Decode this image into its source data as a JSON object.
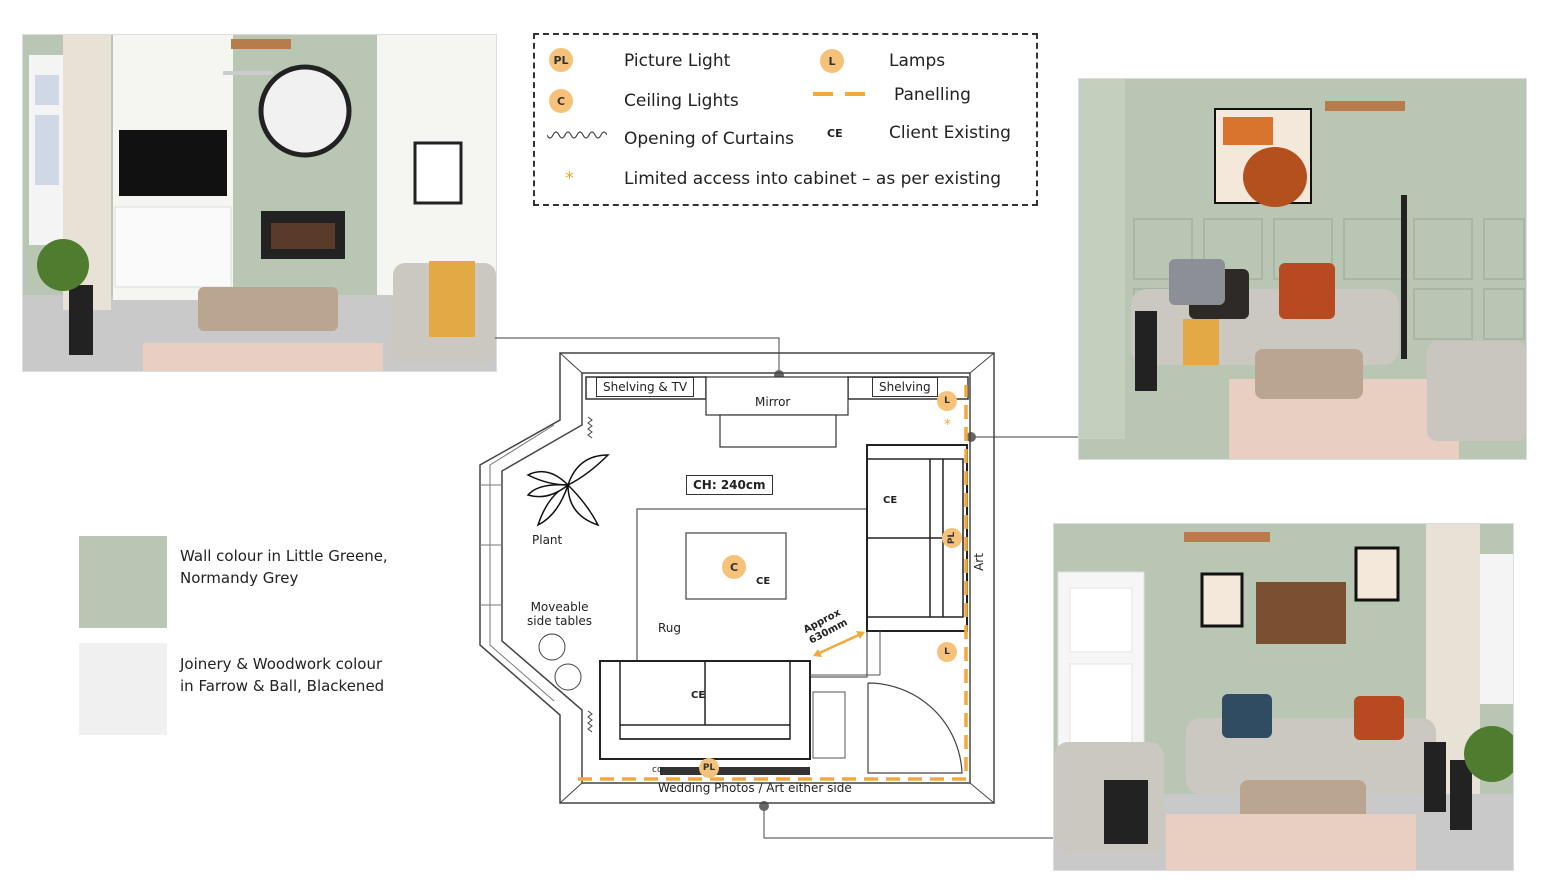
{
  "legend": {
    "items": [
      {
        "badge": "PL",
        "label": "Picture Light"
      },
      {
        "badge": "C",
        "label": "Ceiling Lights"
      },
      {
        "badge": "",
        "label": "Opening of Curtains"
      },
      {
        "badge": "*",
        "label": "Limited access into cabinet – as per existing"
      },
      {
        "badge": "L",
        "label": "Lamps"
      },
      {
        "badge": "",
        "label": "Panelling"
      },
      {
        "badge": "CE",
        "label": "Client Existing"
      }
    ]
  },
  "swatches": [
    {
      "color": "#b9c6b3",
      "line1": "Wall colour in Little Greene,",
      "line2": "Normandy Grey"
    },
    {
      "color": "#f0f0f0",
      "line1": "Joinery & Woodwork colour",
      "line2": "in Farrow & Ball, Blackened"
    }
  ],
  "plan": {
    "shelving_tv": "Shelving & TV",
    "shelving": "Shelving",
    "mirror": "Mirror",
    "ceiling_height": "CH: 240cm",
    "plant": "Plant",
    "moveable_line1": "Moveable",
    "moveable_line2": "side tables",
    "rug": "Rug",
    "approx_line1": "Approx",
    "approx_line2": "630mm",
    "art": "Art",
    "wedding": "Wedding Photos / Art either side",
    "badge_c": "C",
    "badge_ce": "CE",
    "badge_pl": "PL",
    "badge_l": "L",
    "curtain_word": "co"
  },
  "colors": {
    "wall": "#b9c6b3",
    "accent": "#f6c27a",
    "panelling": "#f2a93b",
    "orange": "#c4562a"
  }
}
